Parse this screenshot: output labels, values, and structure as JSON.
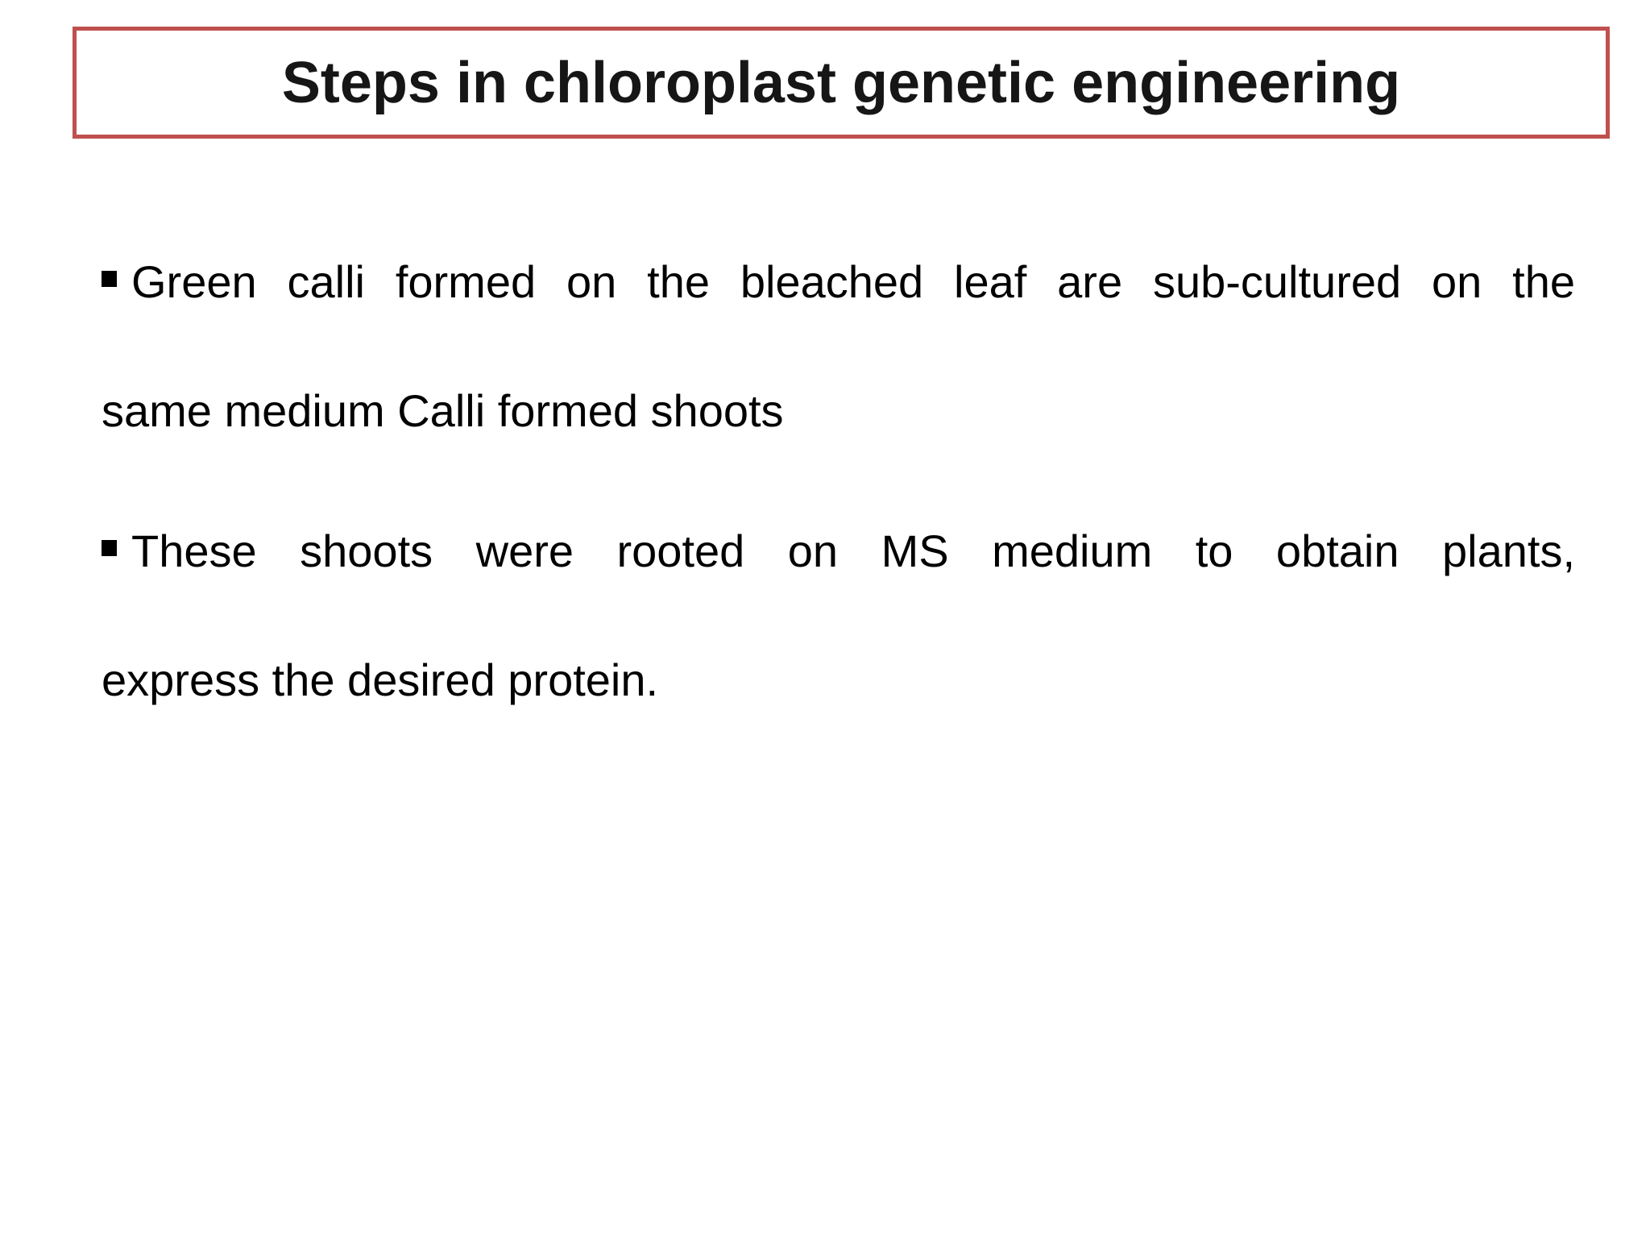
{
  "slide": {
    "title": "Steps in chloroplast genetic engineering",
    "title_border_color": "#c0504d",
    "title_text_color": "#161616",
    "body_text_color": "#000000",
    "bullet_icon": "black-small-square",
    "bullet_glyph": "▪",
    "bullets": [
      {
        "lines": [
          "Green calli formed on the bleached leaf are sub-cultured on the",
          "same medium Calli formed shoots"
        ]
      },
      {
        "lines": [
          "These shoots were rooted on MS medium to obtain plants,",
          "express the desired protein."
        ]
      }
    ]
  }
}
